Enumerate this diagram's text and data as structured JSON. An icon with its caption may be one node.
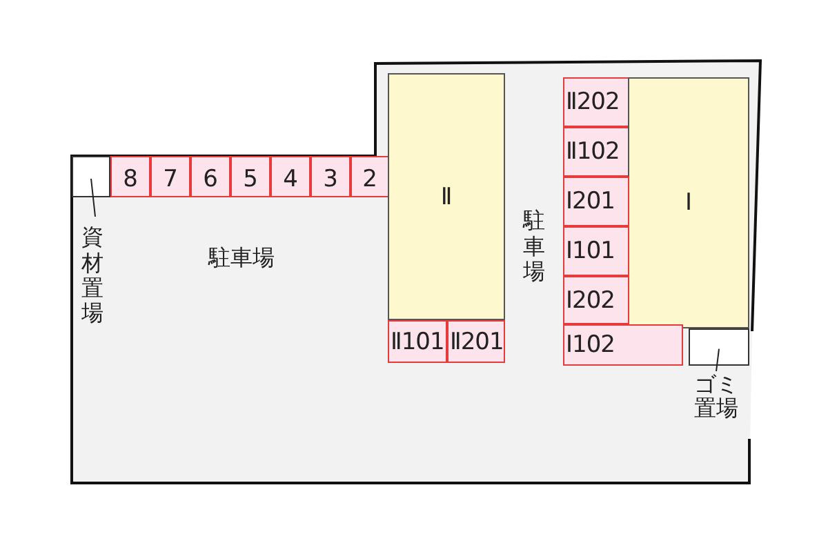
{
  "diagram": {
    "nodes": [
      {
        "text": [],
        "shape": "box"
      },
      {
        "text": [
          "8"
        ]
      },
      {
        "text": [
          "7"
        ]
      },
      {
        "text": [
          "6"
        ]
      },
      {
        "text": [
          "5"
        ]
      },
      {
        "text": [
          "4"
        ]
      },
      {
        "text": [
          "3"
        ]
      },
      {
        "text": [
          "2"
        ]
      },
      {
        "text": [
          "Ⅱ"
        ]
      },
      {
        "text": [
          "Ⅱ202"
        ]
      },
      {
        "text": [
          "Ⅱ102"
        ]
      },
      {
        "text": [
          "Ⅰ"
        ]
      },
      {
        "text": [
          "Ⅰ201"
        ]
      },
      {
        "text": [
          "Ⅰ101"
        ]
      },
      {
        "text": [
          "Ⅰ202"
        ]
      },
      {
        "text": [
          "Ⅱ101"
        ]
      },
      {
        "text": [
          "Ⅱ201"
        ]
      },
      {
        "text": [
          "Ⅰ102"
        ]
      },
      {
        "text": [],
        "shape": "box"
      },
      {
        "text": [
          "資材置場"
        ]
      },
      {
        "text": [
          "ゴミ置場"
        ]
      }
    ],
    "edges": [
      {
        "from": 19,
        "to": 0,
        "arrow": "none"
      },
      {
        "from": 20,
        "to": 18,
        "arrow": "none"
      }
    ],
    "labels": [
      "駐車場",
      "駐車場"
    ]
  }
}
